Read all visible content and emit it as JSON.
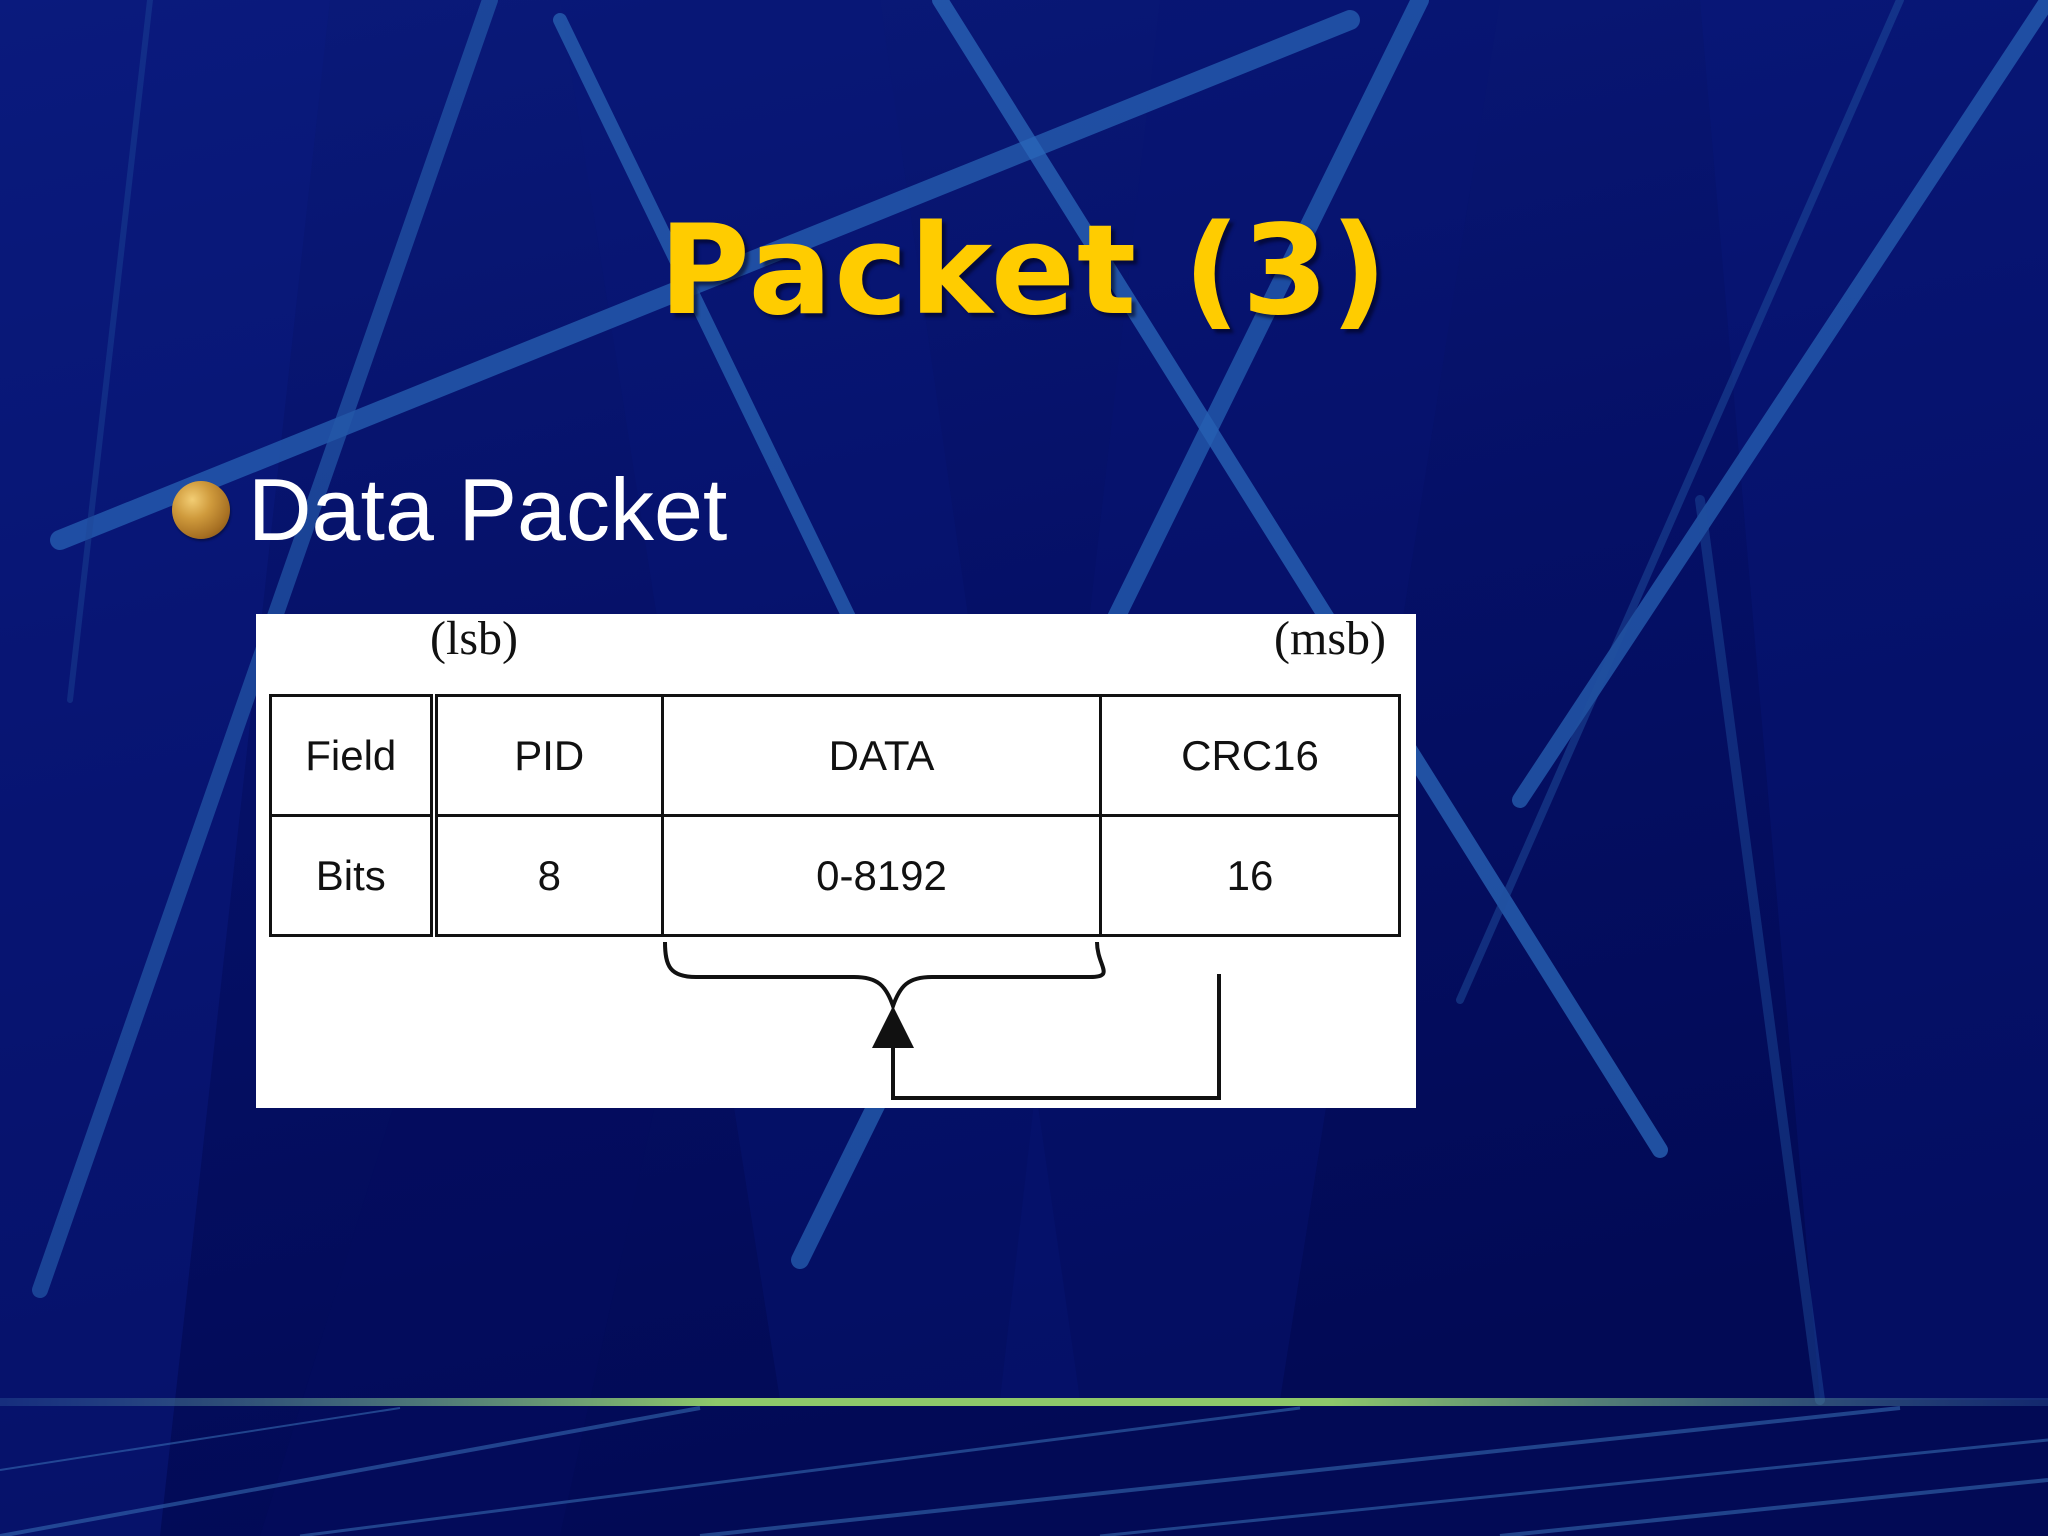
{
  "slide": {
    "title": "Packet (3)",
    "bullet": "Data Packet"
  },
  "figure": {
    "lsb_label": "(lsb)",
    "msb_label": "(msb)",
    "rows": [
      [
        "Field",
        "PID",
        "DATA",
        "CRC16"
      ],
      [
        "Bits",
        "8",
        "0-8192",
        "16"
      ]
    ]
  },
  "colors": {
    "background": "#06106a",
    "title": "#ffcc00",
    "bullet_text": "#ffffff",
    "figure_background": "#ffffff",
    "figure_ink": "#111111"
  }
}
